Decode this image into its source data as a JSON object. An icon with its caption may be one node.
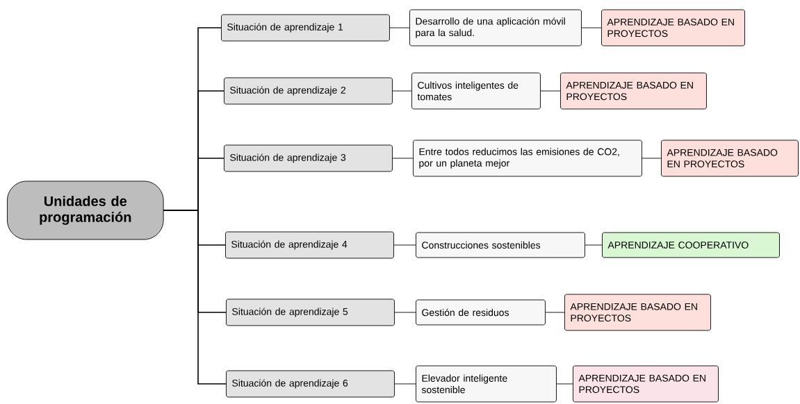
{
  "diagram": {
    "nodes": [
      {
        "text": [
          "Unidades de programación"
        ]
      },
      {
        "text": [
          "Situación de aprendizaje 1"
        ]
      },
      {
        "text": [
          "Desarrollo de una aplicación móvil para la salud."
        ]
      },
      {
        "text": [
          "APRENDIZAJE BASADO EN PROYECTOS"
        ]
      },
      {
        "text": [
          "Situación de aprendizaje 2"
        ]
      },
      {
        "text": [
          "Cultivos inteligentes de tomates"
        ]
      },
      {
        "text": [
          "APRENDIZAJE BASADO EN PROYECTOS"
        ]
      },
      {
        "text": [
          "Situación de aprendizaje 3"
        ]
      },
      {
        "text": [
          "Entre todos reducimos las emisiones de CO2, por un planeta mejor"
        ]
      },
      {
        "text": [
          "APRENDIZAJE BASADO EN PROYECTOS"
        ]
      },
      {
        "text": [
          "Situación de aprendizaje 4"
        ]
      },
      {
        "text": [
          "Construcciones sostenibles"
        ]
      },
      {
        "text": [
          "APRENDIZAJE COOPERATIVO"
        ]
      },
      {
        "text": [
          "Situación de aprendizaje 5"
        ]
      },
      {
        "text": [
          "Gestión de residuos"
        ]
      },
      {
        "text": [
          "APRENDIZAJE BASADO EN PROYECTOS"
        ]
      },
      {
        "text": [
          "Situación de aprendizaje 6"
        ]
      },
      {
        "text": [
          "Elevador inteligente sostenible"
        ]
      },
      {
        "text": [
          "APRENDIZAJE BASADO EN PROYECTOS"
        ]
      }
    ],
    "edges": [
      {
        "from": 0,
        "to": 1,
        "arrow": "none"
      },
      {
        "from": 1,
        "to": 2,
        "arrow": "none"
      },
      {
        "from": 2,
        "to": 3,
        "arrow": "none"
      },
      {
        "from": 0,
        "to": 4,
        "arrow": "none"
      },
      {
        "from": 4,
        "to": 5,
        "arrow": "none"
      },
      {
        "from": 5,
        "to": 6,
        "arrow": "none"
      },
      {
        "from": 0,
        "to": 7,
        "arrow": "none"
      },
      {
        "from": 7,
        "to": 8,
        "arrow": "none"
      },
      {
        "from": 8,
        "to": 9,
        "arrow": "none"
      },
      {
        "from": 0,
        "to": 10,
        "arrow": "none"
      },
      {
        "from": 10,
        "to": 11,
        "arrow": "none"
      },
      {
        "from": 11,
        "to": 12,
        "arrow": "none"
      },
      {
        "from": 0,
        "to": 13,
        "arrow": "none"
      },
      {
        "from": 13,
        "to": 14,
        "arrow": "none"
      },
      {
        "from": 14,
        "to": 15,
        "arrow": "none"
      },
      {
        "from": 0,
        "to": 16,
        "arrow": "none"
      },
      {
        "from": 16,
        "to": 17,
        "arrow": "none"
      },
      {
        "from": 17,
        "to": 18,
        "arrow": "none"
      }
    ]
  }
}
